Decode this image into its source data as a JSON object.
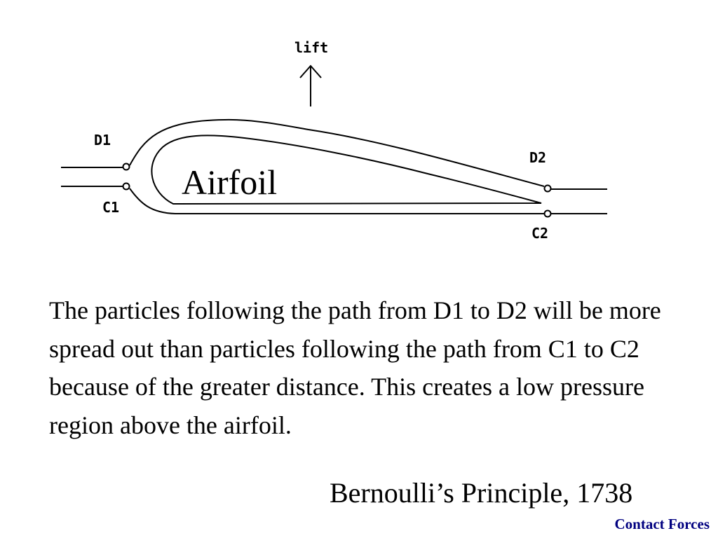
{
  "diagram": {
    "lift_label": "lift",
    "airfoil_label": "Airfoil",
    "points": {
      "d1": "D1",
      "c1": "C1",
      "d2": "D2",
      "c2": "C2"
    }
  },
  "description": "The particles following the path from D1 to D2 will be more spread out than particles following the path from C1 to C2 because of the greater distance. This creates a low pressure region above the airfoil.",
  "attribution": "Bernoulli’s Principle, 1738",
  "footer": "Contact Forces"
}
